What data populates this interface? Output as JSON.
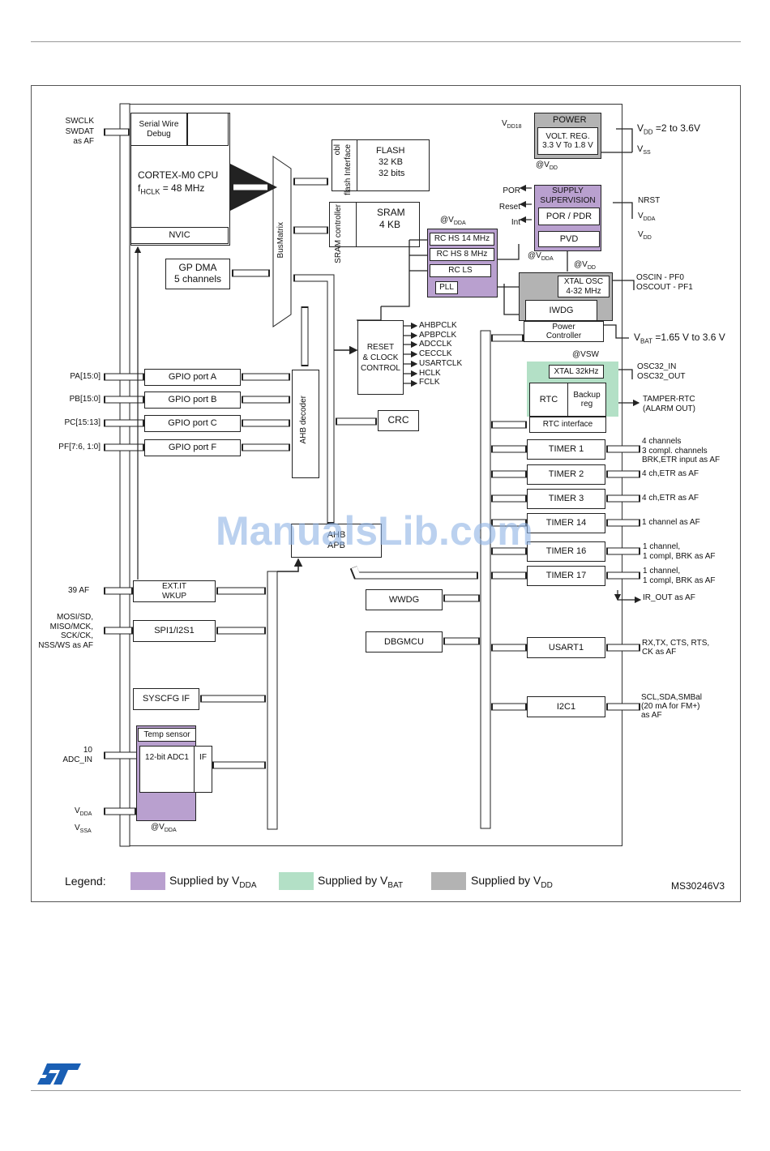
{
  "watermark": "ManualsLib.com",
  "figure_id": "MS30246V3",
  "colors": {
    "vdda": "#b9a0cf",
    "vbat": "#b3e0c6",
    "vdd": "#b3b3b3",
    "vdda_dark": "#a58bc3"
  },
  "cpu": {
    "debug": "Serial Wire Debug",
    "core": "CORTEX-M0 CPU",
    "freq_f": "f",
    "freq_sub": "HCLK",
    "freq_val": "= 48 MHz",
    "nvic": "NVIC"
  },
  "swd_signals": [
    "SWCLK",
    "SWDAT",
    "as AF"
  ],
  "busmatrix": "BusMatrix",
  "flash": {
    "obl": "obl",
    "iface": "flash Interface",
    "title": "FLASH",
    "size": "32 KB",
    "width": "32 bits"
  },
  "sram": {
    "ctrl": "SRAM controller",
    "title": "SRAM",
    "size": "4 KB"
  },
  "gpdma": {
    "title": "GP DMA",
    "channels": "5 channels"
  },
  "ahb_decoder": "AHB decoder",
  "gpio_pins": [
    "PA[15:0]",
    "PB[15:0]",
    "PC[15:13]",
    "PF[7:6, 1:0]"
  ],
  "gpio_ports": [
    "GPIO port A",
    "GPIO port B",
    "GPIO port C",
    "GPIO port F"
  ],
  "ahb_apb": {
    "top": "AHB",
    "bottom": "APB"
  },
  "exti": {
    "pins": "39 AF",
    "title": "EXT.IT",
    "sub": "WKUP"
  },
  "spi": {
    "pins": [
      "MOSI/SD,",
      "MISO/MCK,",
      "SCK/CK,",
      "NSS/WS as AF"
    ],
    "title": "SPI1/I2S1"
  },
  "syscfg": "SYSCFG IF",
  "adc": {
    "pins": [
      "10",
      "ADC_IN"
    ],
    "temp": "Temp sensor",
    "title": "12-bit ADC1",
    "iface": "IF",
    "supply": "@V",
    "supply_sub": "DDA",
    "vdda": "V",
    "vdda_sub": "DDA",
    "vssa": "V",
    "vssa_sub": "SSA"
  },
  "clocks": {
    "vdda_label": "@V",
    "vdda_sub": "DDA",
    "rc14": "RC HS 14 MHz",
    "rc8": "RC HS 8 MHz",
    "rcls": "RC LS",
    "pll": "PLL",
    "reset": [
      "RESET",
      "& CLOCK",
      "CONTROL"
    ],
    "outputs": [
      "AHBPCLK",
      "APBPCLK",
      "ADCCLK",
      "CECCLK",
      "USARTCLK",
      "HCLK",
      "FCLK"
    ]
  },
  "crc": "CRC",
  "wwdg": "WWDG",
  "dbgmcu": "DBGMCU",
  "power": {
    "title": "POWER",
    "reg": "VOLT. REG.",
    "range": "3.3 V To 1.8 V",
    "vdd18": "V",
    "vdd18_sub": "DD18",
    "at_vdd": "@V",
    "at_vdd_sub": "DD",
    "vdd_range": "=2 to 3.6V",
    "vdd": "V",
    "vdd_sub": "DD",
    "vss": "V",
    "vss_sub": "SS"
  },
  "supervision": {
    "title": [
      "SUPPLY",
      "SUPERVISION"
    ],
    "por": "POR / PDR",
    "pvd": "PVD",
    "signals": [
      "POR",
      "Reset",
      "Int"
    ],
    "pins": [
      "NRST",
      "V",
      "V"
    ],
    "pins_sub": [
      "",
      "DDA",
      "DD"
    ],
    "at_vdda": "@V",
    "at_vdda_sub": "DDA",
    "at_vdd": "@V",
    "at_vdd_sub": "DD"
  },
  "xtal_osc": {
    "title": "XTAL OSC",
    "freq": "4-32 MHz",
    "pins": [
      "OSCIN - PF0",
      "OSCOUT - PF1"
    ]
  },
  "iwdg": "IWDG",
  "power_ctrl": [
    "Power",
    "Controller"
  ],
  "vbat": {
    "v": "V",
    "sub": "BAT",
    "range": "=1.65 V to 3.6 V",
    "vsw": "@VSW"
  },
  "rtc": {
    "xtal": "XTAL 32kHz",
    "rtc": "RTC",
    "backup": [
      "Backup",
      "reg"
    ],
    "iface": "RTC interface",
    "osc_pins": [
      "OSC32_IN",
      "OSC32_OUT"
    ],
    "tamper": [
      "TAMPER-RTC",
      "(ALARM OUT)"
    ]
  },
  "timers": [
    {
      "name": "TIMER 1",
      "pins": [
        "4 channels",
        "3 compl. channels",
        "BRK,ETR input as AF"
      ]
    },
    {
      "name": "TIMER 2",
      "pins": [
        "4 ch,ETR as AF"
      ]
    },
    {
      "name": "TIMER 3",
      "pins": [
        "4 ch,ETR as AF"
      ]
    },
    {
      "name": "TIMER 14",
      "pins": [
        "1 channel as AF"
      ]
    },
    {
      "name": "TIMER 16",
      "pins": [
        "1 channel,",
        "1 compl, BRK as AF"
      ]
    },
    {
      "name": "TIMER 17",
      "pins": [
        "1 channel,",
        "1 compl, BRK as AF"
      ]
    }
  ],
  "ir_out": "IR_OUT as AF",
  "usart": {
    "name": "USART1",
    "pins": [
      "RX,TX, CTS, RTS,",
      "CK as AF"
    ]
  },
  "i2c": {
    "name": "I2C1",
    "pins": [
      "SCL,SDA,SMBal",
      "(20 mA for FM+)",
      "as AF"
    ]
  },
  "legend": {
    "title": "Legend:",
    "items": [
      {
        "text": "Supplied by V",
        "sub": "DDA"
      },
      {
        "text": "Supplied by V",
        "sub": "BAT"
      },
      {
        "text": "Supplied by V",
        "sub": "DD"
      }
    ]
  }
}
